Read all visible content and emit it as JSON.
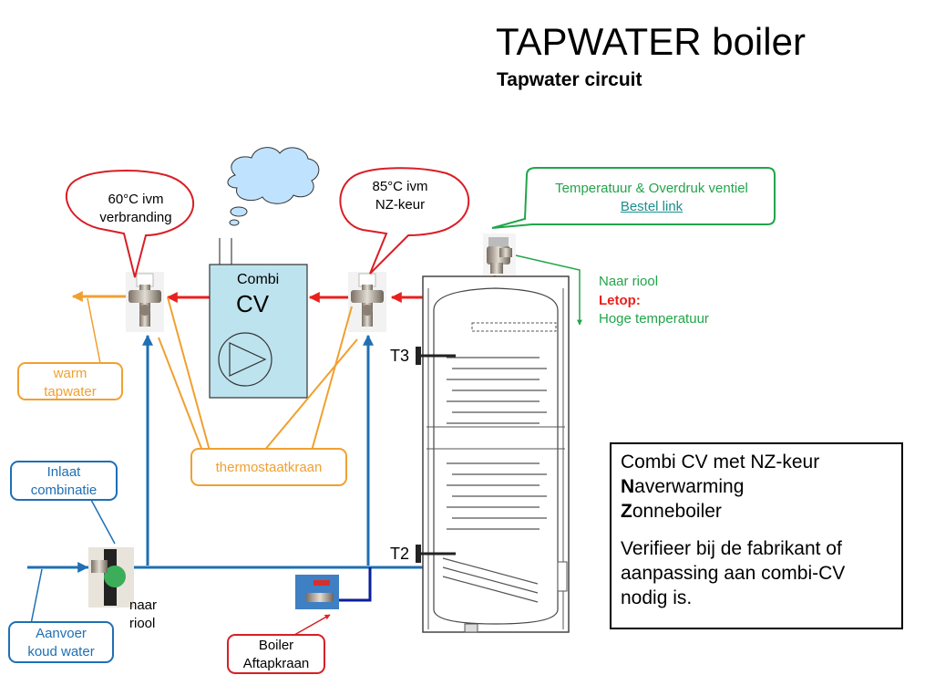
{
  "title": "TAPWATER boiler",
  "subtitle": "Tapwater circuit",
  "callouts": {
    "left_valve": [
      "60°C ivm",
      "verbranding"
    ],
    "right_valve": [
      "85°C ivm",
      "NZ-keur"
    ],
    "tp_valve_title": "Temperatuur & Overdruk ventiel",
    "tp_valve_link": "Bestel link",
    "warm_tapwater": [
      "warm",
      "tapwater"
    ],
    "thermostaatkraan": "thermostaatkraan",
    "inlaat": [
      "Inlaat",
      "combinatie"
    ],
    "aanvoer": [
      "Aanvoer",
      "koud water"
    ],
    "boiler_aftap": [
      "Boiler",
      "Aftapkraan"
    ]
  },
  "combi": {
    "line1": "Combi",
    "line2": "CV"
  },
  "labels": {
    "naar_riool_top": "Naar riool",
    "letop": "Letop:",
    "hoge_temp": "Hoge temperatuur",
    "t3": "T3",
    "t2": "T2",
    "naar_riool_bottom": [
      "naar",
      "riool"
    ]
  },
  "infobox": {
    "line1": "Combi CV met NZ-keur",
    "n_bold": "N",
    "n_rest": "averwarming",
    "z_bold": "Z",
    "z_rest": "onneboiler",
    "para": [
      "Verifieer bij de fabrikant  of",
      "aanpassing aan combi-CV",
      "nodig is."
    ]
  },
  "colors": {
    "hot": "#e8211c",
    "cold": "#1f6fb5",
    "orange": "#f0a030",
    "green": "#22a54a",
    "callout_red": "#d81e25",
    "cv_box": "#bde3ee"
  }
}
